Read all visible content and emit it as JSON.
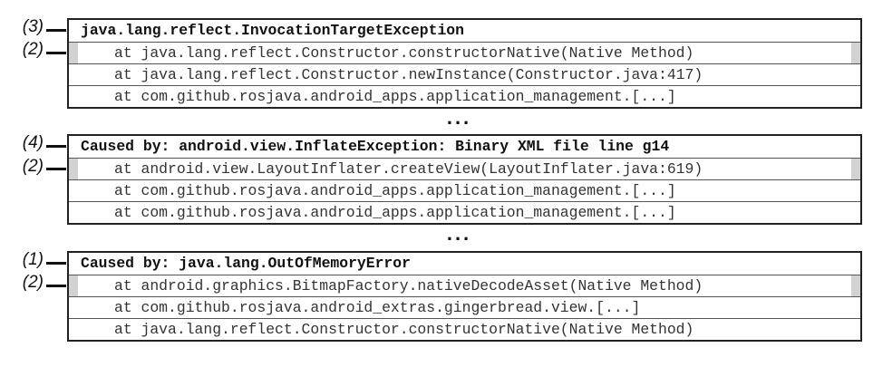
{
  "groups": [
    {
      "header_label": "(3)",
      "marked_label": "(2)",
      "header": "java.lang.reflect.InvocationTargetException",
      "frames": [
        "at java.lang.reflect.Constructor.constructorNative(Native Method)",
        "at java.lang.reflect.Constructor.newInstance(Constructor.java:417)",
        "at com.github.rosjava.android_apps.application_management.[...]"
      ]
    },
    {
      "header_label": "(4)",
      "marked_label": "(2)",
      "header": "Caused by: android.view.InflateException: Binary XML file line g14",
      "frames": [
        "at android.view.LayoutInflater.createView(LayoutInflater.java:619)",
        "at com.github.rosjava.android_apps.application_management.[...]",
        "at com.github.rosjava.android_apps.application_management.[...]"
      ]
    },
    {
      "header_label": "(1)",
      "marked_label": "(2)",
      "header": "Caused by: java.lang.OutOfMemoryError",
      "frames": [
        "at android.graphics.BitmapFactory.nativeDecodeAsset(Native Method)",
        "at com.github.rosjava.android_extras.gingerbread.view.[...]",
        "at java.lang.reflect.Constructor.constructorNative(Native Method)"
      ]
    }
  ],
  "ellipsis": "..."
}
